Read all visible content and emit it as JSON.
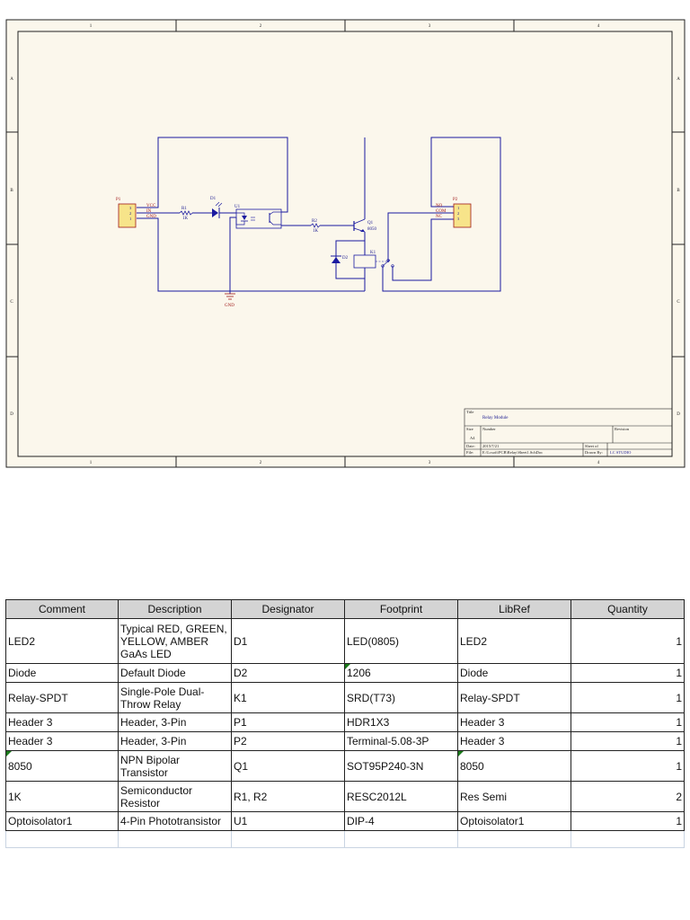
{
  "schematic": {
    "border": {
      "col_labels": [
        "1",
        "2",
        "3",
        "4"
      ],
      "row_labels": [
        "A",
        "B",
        "C",
        "D"
      ]
    },
    "colors": {
      "paper": "#fbf7ec",
      "frame": "#222222",
      "wire": "#1a1aa0",
      "text_red": "#a01818",
      "text_blue": "#1a1a90",
      "component_fill": "#f7e48a"
    },
    "components": {
      "P1": {
        "designator": "P1",
        "pins": [
          "3",
          "2",
          "1"
        ],
        "nets": [
          "VCC",
          "IN",
          "GND"
        ]
      },
      "R1": {
        "designator": "R1",
        "value": "1K"
      },
      "D1": {
        "designator": "D1"
      },
      "U1": {
        "designator": "U1"
      },
      "R2": {
        "designator": "R2",
        "value": "1K"
      },
      "Q1": {
        "designator": "Q1",
        "value": "8050"
      },
      "D2": {
        "designator": "D2"
      },
      "K1": {
        "designator": "K1"
      },
      "P2": {
        "designator": "P2",
        "pins": [
          "1",
          "2",
          "3"
        ],
        "nets": [
          "NO",
          "COM",
          "NC"
        ]
      },
      "GND": {
        "label": "GND"
      }
    },
    "title_block": {
      "title_label": "Title",
      "title": "Relay Module",
      "size_label": "Size",
      "size": "A4",
      "number_label": "Number",
      "revision_label": "Revision",
      "date_label": "Date:",
      "date": "2015/7/21",
      "file_label": "File:",
      "file": "E:\\Lcsoft\\PCB\\Relay\\Sheet1.SchDoc",
      "sheet_label": "Sheet   of",
      "drawn_label": "Drawn By:",
      "drawn_by": "LC STUDIO"
    }
  },
  "bom": {
    "headers": [
      "Comment",
      "Description",
      "Designator",
      "Footprint",
      "LibRef",
      "Quantity"
    ],
    "rows": [
      {
        "comment": "LED2",
        "description": "Typical RED, GREEN, YELLOW, AMBER GaAs LED",
        "designator": "D1",
        "footprint": "LED(0805)",
        "libref": "LED2",
        "quantity": "1"
      },
      {
        "comment": "Diode",
        "description": "Default Diode",
        "designator": "D2",
        "footprint": "1206",
        "libref": "Diode",
        "quantity": "1"
      },
      {
        "comment": "Relay-SPDT",
        "description": "Single-Pole Dual-Throw Relay",
        "designator": "K1",
        "footprint": "SRD(T73)",
        "libref": "Relay-SPDT",
        "quantity": "1"
      },
      {
        "comment": "Header 3",
        "description": "Header, 3-Pin",
        "designator": "P1",
        "footprint": "HDR1X3",
        "libref": "Header 3",
        "quantity": "1"
      },
      {
        "comment": "Header 3",
        "description": "Header, 3-Pin",
        "designator": "P2",
        "footprint": "Terminal-5.08-3P",
        "libref": "Header 3",
        "quantity": "1"
      },
      {
        "comment": "8050",
        "description": "NPN Bipolar Transistor",
        "designator": "Q1",
        "footprint": "SOT95P240-3N",
        "libref": "8050",
        "quantity": "1"
      },
      {
        "comment": "1K",
        "description": "Semiconductor Resistor",
        "designator": "R1, R2",
        "footprint": "RESC2012L",
        "libref": "Res Semi",
        "quantity": "2"
      },
      {
        "comment": "Optoisolator1",
        "description": "4-Pin Phototransistor",
        "designator": "U1",
        "footprint": "DIP-4",
        "libref": "Optoisolator1",
        "quantity": "1"
      }
    ]
  }
}
